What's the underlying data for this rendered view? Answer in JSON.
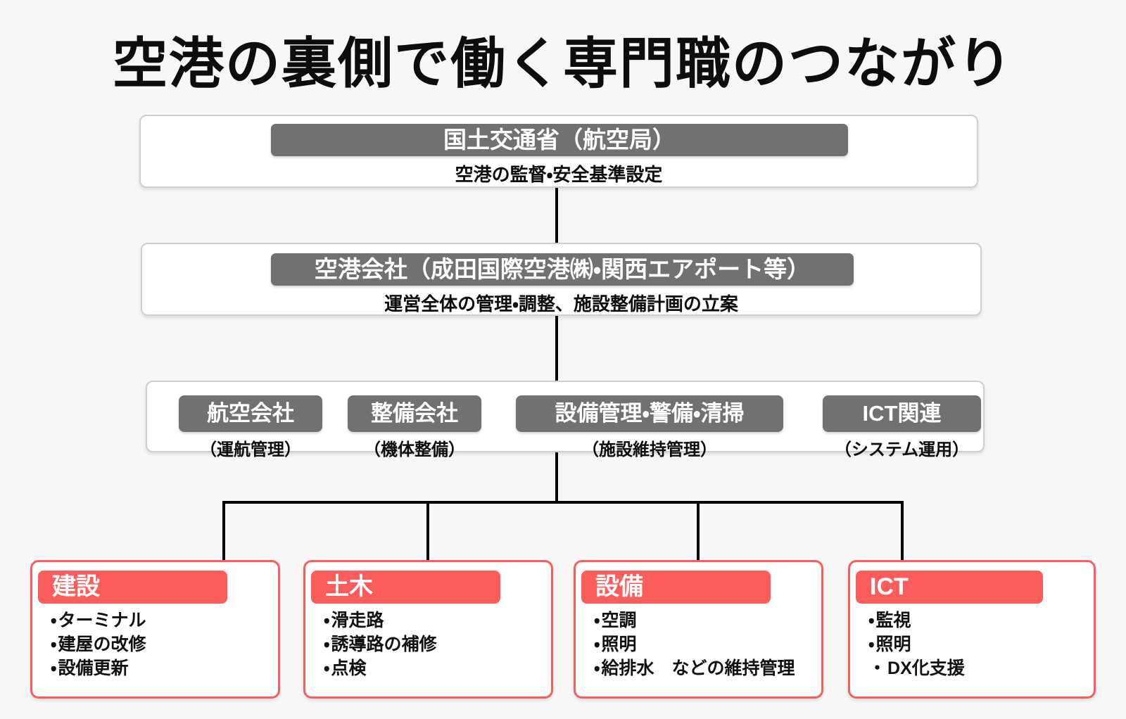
{
  "title": "空港の裏側で働く専門職のつながり",
  "ui": {
    "bullet": "・"
  },
  "colors": {
    "background": "#f7f7f7",
    "header_gray": "#717171",
    "accent_red": "#fb5d5d",
    "connector_black": "#000000",
    "box_border_gray": "#cfcfcf"
  },
  "chart_data": {
    "type": "org-chart",
    "title": "空港の裏側で働く専門職のつながり",
    "levels": [
      {
        "nodes": [
          {
            "header": "国土交通省（航空局）",
            "subtitle": "空港の監督・安全基準設定"
          }
        ]
      },
      {
        "nodes": [
          {
            "header": "空港会社（成田国際空港㈱・関西エアポート等）",
            "subtitle": "運営全体の管理・調整、施設整備計画の立案"
          }
        ]
      },
      {
        "nodes": [
          {
            "header": "航空会社",
            "subtitle": "（運航管理）"
          },
          {
            "header": "整備会社",
            "subtitle": "（機体整備）"
          },
          {
            "header": "設備管理・警備・清掃",
            "subtitle": "（施設維持管理）"
          },
          {
            "header": "ICT関連",
            "subtitle": "（システム運用）"
          }
        ]
      },
      {
        "nodes": [
          {
            "header": "建設",
            "items": [
              "ターミナル",
              "建屋の改修",
              "設備更新"
            ]
          },
          {
            "header": "土木",
            "items": [
              "滑走路",
              "誘導路の補修",
              "点検"
            ]
          },
          {
            "header": "設備",
            "items": [
              "空調",
              "照明",
              "給排水　などの維持管理"
            ]
          },
          {
            "header": "ICT",
            "items": [
              "監視",
              "照明",
              "DX化支援"
            ]
          }
        ]
      }
    ]
  },
  "level1": {
    "header": "国土交通省（航空局）",
    "subtitle": "空港の監督・安全基準設定"
  },
  "level2": {
    "header": "空港会社（成田国際空港㈱・関西エアポート等）",
    "subtitle": "運営全体の管理・調整、施設整備計画の立案"
  },
  "level3": {
    "groups": [
      {
        "header": "航空会社",
        "note": "（運航管理）"
      },
      {
        "header": "整備会社",
        "note": "（機体整備）"
      },
      {
        "header": "設備管理・警備・清掃",
        "note": "（施設維持管理）"
      },
      {
        "header": "ICT関連",
        "note": "（システム運用）"
      }
    ]
  },
  "level4": {
    "cards": [
      {
        "header": "建設",
        "items": [
          "ターミナル",
          "建屋の改修",
          "設備更新"
        ]
      },
      {
        "header": "土木",
        "items": [
          "滑走路",
          "誘導路の補修",
          "点検"
        ]
      },
      {
        "header": "設備",
        "items": [
          "空調",
          "照明",
          "給排水　などの維持管理"
        ]
      },
      {
        "header": "ICT",
        "items": [
          "監視",
          "照明",
          "DX化支援"
        ]
      }
    ]
  }
}
